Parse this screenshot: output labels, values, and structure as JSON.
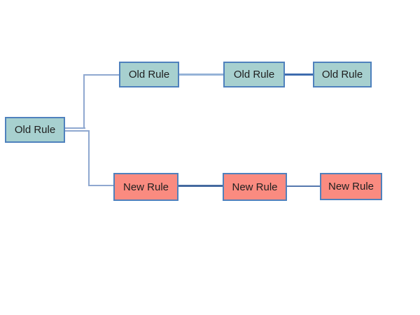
{
  "diagram": {
    "type": "flowchart",
    "root": {
      "label": "Old Rule"
    },
    "old_branch": [
      {
        "label": "Old Rule"
      },
      {
        "label": "Old Rule"
      },
      {
        "label": "Old Rule"
      }
    ],
    "new_branch": [
      {
        "label": "New Rule"
      },
      {
        "label": "New Rule"
      },
      {
        "label": "New Rule"
      }
    ]
  },
  "colors": {
    "old_fill": "#a7d0cf",
    "new_fill": "#fa8b80",
    "box_border": "#4f81bd",
    "elbow_line": "#8fa8d0",
    "link_light": "#95b3d7",
    "link_dark": "#3e6cae",
    "link_mid": "#44699f",
    "link_mid2": "#5578ae",
    "text": "#1f1f1f",
    "background": "#ffffff"
  }
}
